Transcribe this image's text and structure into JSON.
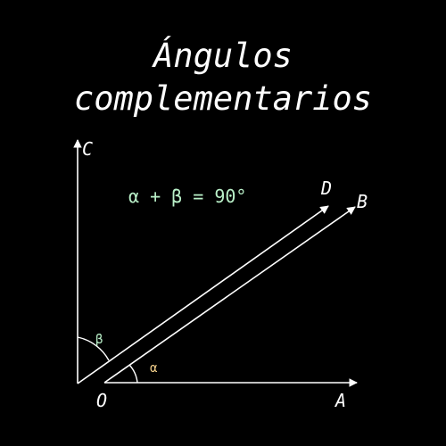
{
  "title": {
    "line1": "Ángulos",
    "line2": "complementarios"
  },
  "formula": "α + β = 90°",
  "points": {
    "O": "O",
    "A": "A",
    "B": "B",
    "C": "C",
    "D": "D"
  },
  "angles": {
    "alpha": "α",
    "beta": "β"
  },
  "colors": {
    "background": "#000000",
    "lines": "#ffffff",
    "alpha": "#f2cf8a",
    "beta": "#b9f0c8",
    "formula": "#b9f0c8"
  }
}
